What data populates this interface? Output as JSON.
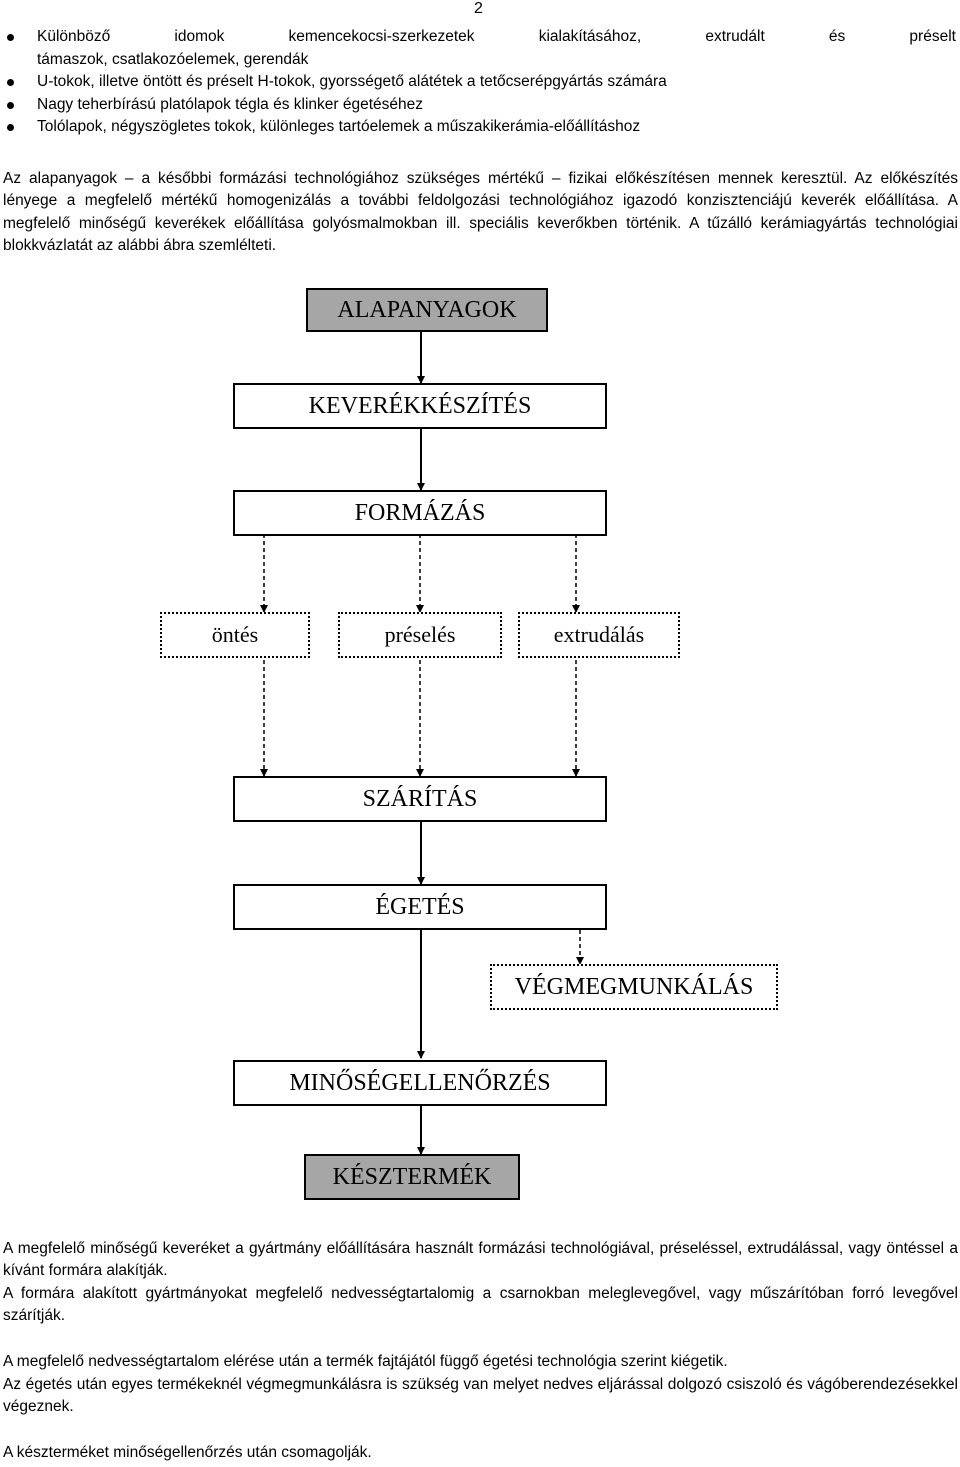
{
  "page_number": "2",
  "bullets": {
    "first_line_words": [
      "Különböző",
      "idomok",
      "kemencekocsi-szerkezetek",
      "kialakításához,",
      "extrudált",
      "és",
      "préselt"
    ],
    "first_line_cont": "támaszok, csatlakozóelemek, gerendák",
    "items": [
      "U-tokok, illetve öntött és préselt H-tokok, gyorsségető alátétek a tetőcserépgyártás számára",
      "Nagy teherbírású platólapok tégla és klinker égetéséhez",
      "Tolólapok, négyszögletes tokok, különleges tartóelemek a műszakikerámia-előállításhoz"
    ]
  },
  "intro_paragraph": "Az alapanyagok – a későbbi formázási technológiához szükséges mértékű – fizikai előkészítésen mennek keresztül. Az előkészítés lényege a megfelelő mértékű homogenizálás a további feldolgozási technológiához igazodó konzisztenciájú keverék előállítása. A megfelelő minőségű keverékek előállítása golyósmalmokban ill. speciális keverőkben történik. A tűzálló kerámiagyártás technológiai blokkvázlatát az alábbi ábra szemlélteti.",
  "flow": {
    "alapanyagok": "ALAPANYAGOK",
    "keverek": "KEVERÉKKÉSZÍTÉS",
    "formazas": "FORMÁZÁS",
    "ontes": "öntés",
    "preseles": "préselés",
    "extrudalas": "extrudálás",
    "szaritas": "SZÁRÍTÁS",
    "egetes": "ÉGETÉS",
    "vegmegmunkalas": "VÉGMEGMUNKÁLÁS",
    "minoseg": "MINŐSÉGELLENŐRZÉS",
    "kesztermek": "KÉSZTERMÉK"
  },
  "paragraphs": {
    "p2": "A megfelelő minőségű keveréket a gyártmány előállítására használt formázási technológiával, préseléssel, extrudálással, vagy öntéssel a kívánt formára alakítják.",
    "p3": "A formára alakított gyártmányokat megfelelő nedvességtartalomig a csarnokban meleglevegővel, vagy műszárítóban forró levegővel szárítják.",
    "p4": "A megfelelő nedvességtartalom elérése után a termék fajtájától függő égetési technológia szerint kiégetik.",
    "p5": "Az égetés után egyes termékeknél végmegmunkálásra is szükség van melyet nedves eljárással dolgozó csiszoló és vágóberendezésekkel végeznek.",
    "p6": "A készterméket minőségellenőrzés után csomagolják."
  }
}
